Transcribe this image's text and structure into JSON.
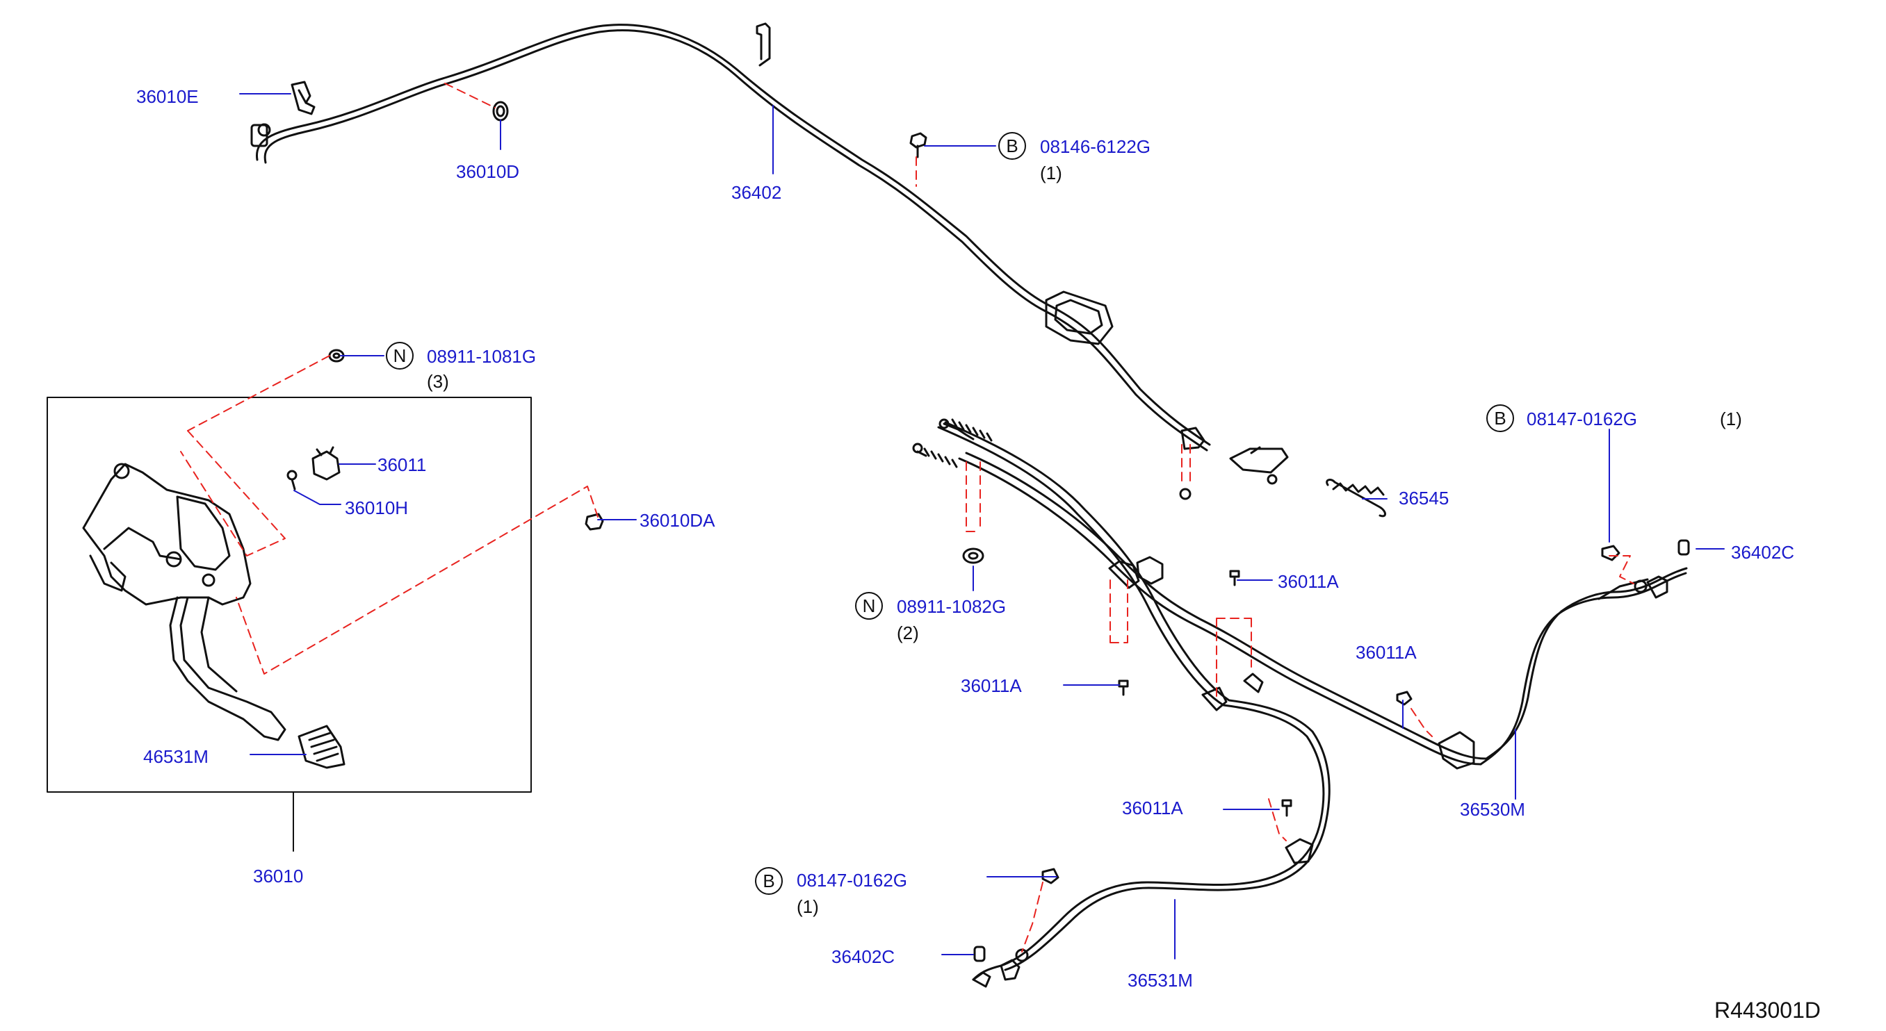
{
  "diagram_code": "R443001D",
  "parts": {
    "p36010E": "36010E",
    "p36010D": "36010D",
    "p36402": "36402",
    "p36011": "36011",
    "p36010H": "36010H",
    "p36010DA": "36010DA",
    "p46531M": "46531M",
    "p36010": "36010",
    "p36545": "36545",
    "p36402C_right": "36402C",
    "p36011A_1": "36011A",
    "p36011A_2": "36011A",
    "p36011A_3": "36011A",
    "p36011A_4": "36011A",
    "p36530M": "36530M",
    "p36402C_left": "36402C",
    "p36531M": "36531M"
  },
  "callouts": {
    "c1": {
      "symbol": "B",
      "number": "08146-6122G",
      "qty": "(1)"
    },
    "c2": {
      "symbol": "N",
      "number": "08911-1081G",
      "qty": "(3)"
    },
    "c3": {
      "symbol": "B",
      "number": "08147-0162G",
      "qty": "(1)"
    },
    "c4": {
      "symbol": "N",
      "number": "08911-1082G",
      "qty": "(2)"
    },
    "c5": {
      "symbol": "B",
      "number": "08147-0162G",
      "qty": "(1)"
    }
  },
  "colors": {
    "label": "#1a1acc",
    "leader_dashed": "#e8231f",
    "line": "#111111"
  }
}
